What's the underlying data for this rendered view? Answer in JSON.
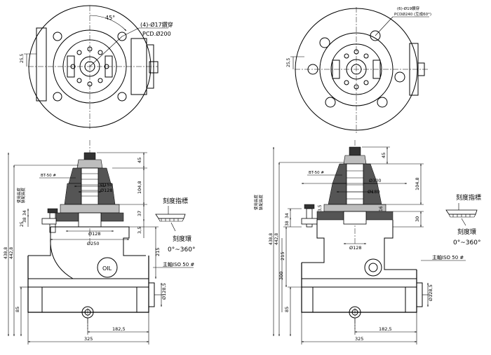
{
  "top_left": {
    "angle_label": "45°",
    "holes_label": "(4)-Ø17鑽穿",
    "pcd_label": "PCD.Ø200",
    "height_label": "25,5"
  },
  "top_right": {
    "holes_label": "(6)-Ø19鑽穿",
    "pcd_label": "PCDØ240 (互成60°)",
    "height_label": "25,5"
  },
  "front_left": {
    "bt_label": "BT-50 #",
    "d150": "Ø150",
    "d128a": "Ø128",
    "d128b": "Ø128",
    "d250": "Ø250",
    "d128_5": "Ø128,5",
    "oil": "OIL",
    "spindle_label": "主軸ISO 50 #",
    "width_total": "325",
    "width_182": "182,5",
    "h45": "45",
    "h104": "104,8",
    "h37": "37",
    "h3_5": "3,5",
    "h215": "215",
    "h85": "85",
    "h34": "34",
    "h38": "38",
    "h25": "25",
    "h438": "438,8",
    "h442": "442,8",
    "use_len": "使用長度",
    "asm_len": "裝配長度",
    "scale_pointer": "刻度指標",
    "scale_ring": "刻度環",
    "scale_range": "0°~360°"
  },
  "front_right": {
    "bt_label": "BT-50 #",
    "d300": "Ø300",
    "d180": "Ø180",
    "d128": "Ø128",
    "d128_5": "Ø128,5",
    "spindle_label": "主軸ISO 50 #",
    "width_total": "325",
    "width_182": "182,5",
    "h45": "45",
    "h104": "104,8",
    "h3_5": "3,5",
    "h16": "16",
    "h30": "30",
    "h215": "215",
    "h85": "85",
    "h300": "300",
    "h34": "34",
    "h38": "38",
    "h438": "438,8",
    "h442": "442,8",
    "use_len": "使用長度",
    "asm_len": "裝配長度",
    "scale_pointer": "刻度指標",
    "scale_ring": "刻度環",
    "scale_range": "0°~360°"
  }
}
